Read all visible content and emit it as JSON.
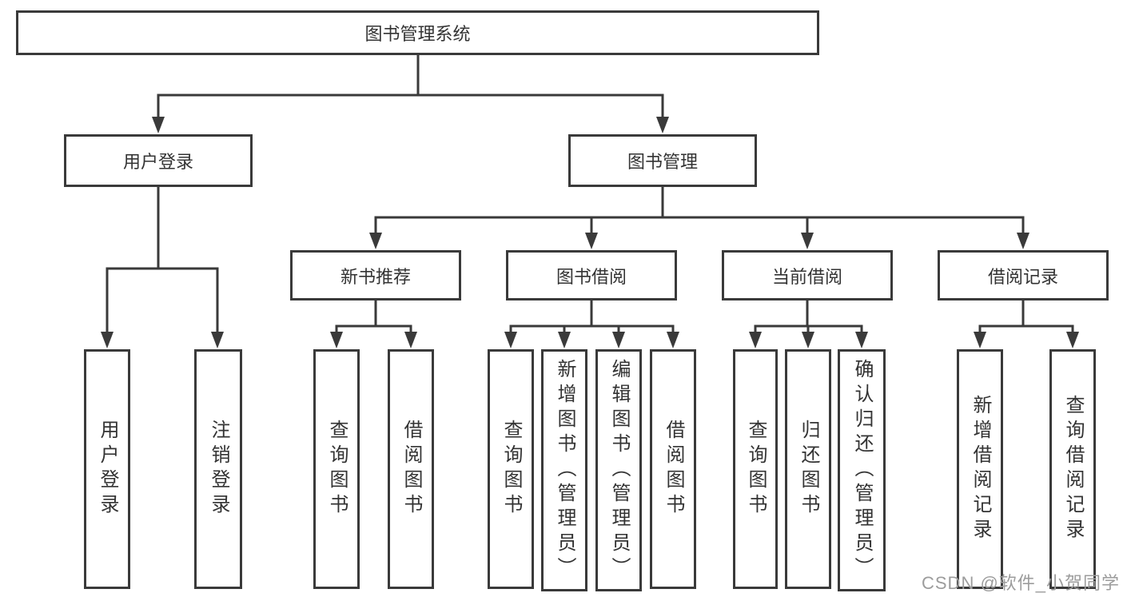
{
  "colors": {
    "line": "#3a3a3a",
    "text": "#333333",
    "watermark": "#9c9c9c",
    "background": "#ffffff"
  },
  "watermark": "CSDN @软件_小贺同学",
  "tree": {
    "root": "图书管理系统",
    "branches": [
      {
        "label": "用户登录",
        "children": [
          "用户登录",
          "注销登录"
        ]
      },
      {
        "label": "图书管理",
        "sections": [
          {
            "label": "新书推荐",
            "children": [
              "查询图书",
              "借阅图书"
            ]
          },
          {
            "label": "图书借阅",
            "children": [
              "查询图书",
              "新增图书（管理员）",
              "编辑图书（管理员）",
              "借阅图书"
            ]
          },
          {
            "label": "当前借阅",
            "children": [
              "查询图书",
              "归还图书",
              "确认归还（管理员）"
            ]
          },
          {
            "label": "借阅记录",
            "children": [
              "新增借阅记录",
              "查询借阅记录"
            ]
          }
        ]
      }
    ]
  }
}
